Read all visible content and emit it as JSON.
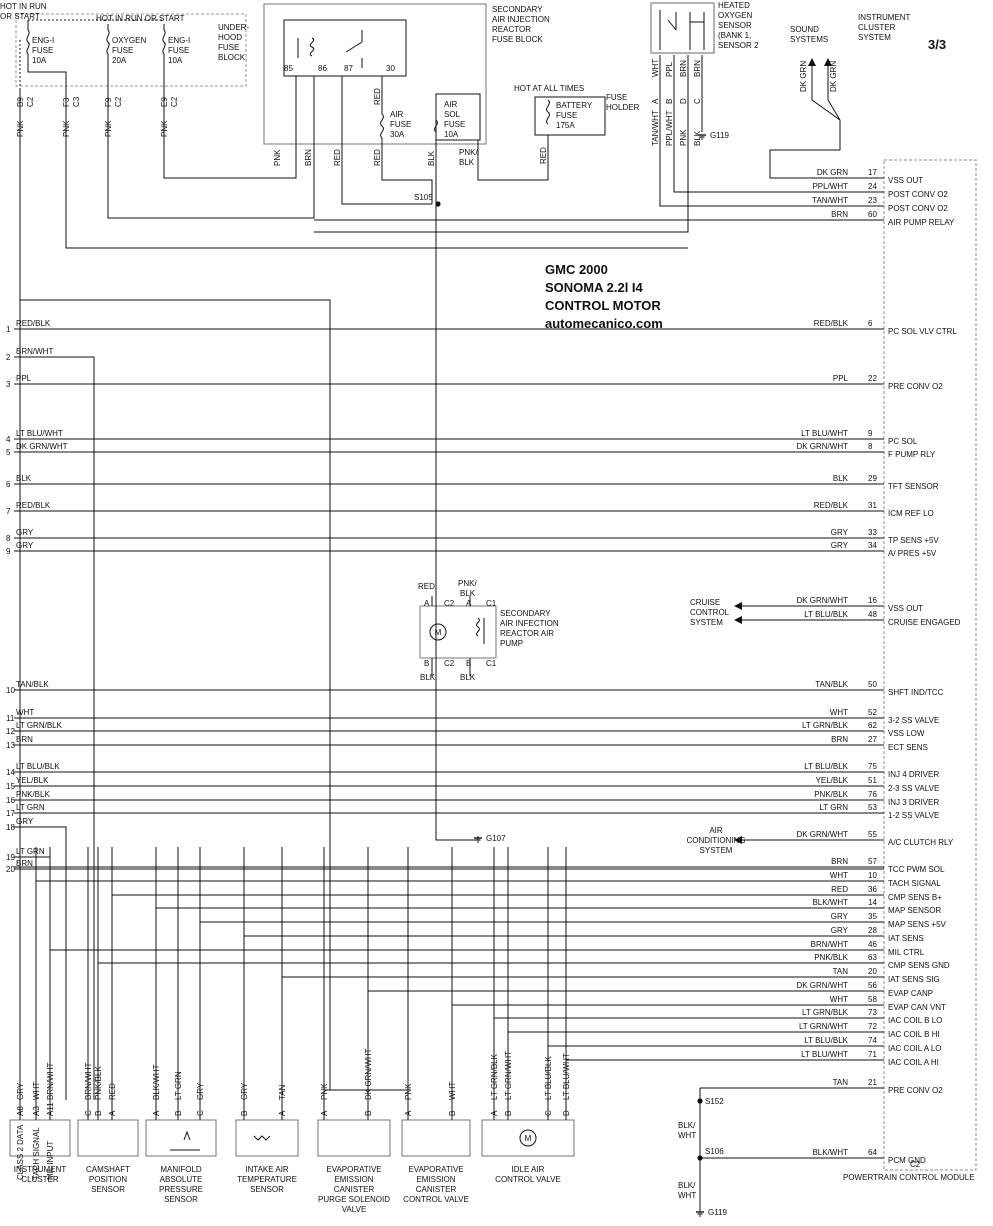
{
  "header": {
    "title_lines": [
      "GMC 2000",
      "SONOMA 2.2l I4",
      "CONTROL MOTOR",
      "automecanico.com"
    ],
    "page": "3/3"
  },
  "fuse_block": {
    "title_lines": [
      "UNDER-",
      "HOOD",
      "FUSE",
      "BLOCK"
    ],
    "hot_left_lines": [
      "HOT IN RUN",
      "OR START"
    ],
    "hot_mid": "HOT IN RUN OR START",
    "fuses": [
      {
        "lines": [
          "ENG-I",
          "FUSE",
          "10A"
        ]
      },
      {
        "lines": [
          "OXYGEN",
          "FUSE",
          "20A"
        ]
      },
      {
        "lines": [
          "ENG-I",
          "FUSE",
          "10A"
        ]
      }
    ],
    "terminals": [
      {
        "pin": "B9",
        "conn": "C2",
        "wire": "PNK"
      },
      {
        "pin": "F3",
        "conn": "C3",
        "wire": "PNK"
      },
      {
        "pin": "F9",
        "conn": "C2",
        "wire": "PNK"
      },
      {
        "pin": "E9",
        "conn": "C2",
        "wire": "PNK"
      }
    ]
  },
  "reactor_block": {
    "title_lines": [
      "SECONDARY",
      "AIR INJECTION",
      "REACTOR",
      "FUSE BLOCK"
    ],
    "relay_pins": [
      "85",
      "86",
      "87",
      "30"
    ],
    "air_fuse_lines": [
      "AIR",
      "FUSE",
      "30A"
    ],
    "air_sol_fuse_lines": [
      "AIR",
      "SOL",
      "FUSE",
      "10A"
    ],
    "wires": [
      "PNK",
      "BRN",
      "RED",
      "RED",
      "RED",
      "PNK/",
      "BLK",
      "RED"
    ]
  },
  "battery": {
    "hot": "HOT AT ALL TIMES",
    "lines": [
      "BATTERY",
      "FUSE",
      "175A"
    ],
    "holder_lines": [
      "FUSE",
      "HOLDER"
    ],
    "wire": "RED"
  },
  "o2_sensor": {
    "title_lines": [
      "HEATED",
      "OXYGEN",
      "SENSOR",
      "(BANK 1,",
      "SENSOR 2"
    ],
    "top_wires": [
      "WHT",
      "PPL",
      "BRN",
      "BRN"
    ],
    "pins": [
      "A",
      "B",
      "D",
      "C"
    ],
    "wires": [
      "TAN/WHT",
      "PPL/WHT",
      "PNK",
      "BLK"
    ],
    "ground": "G119"
  },
  "sound": {
    "lines": [
      "SOUND",
      "SYSTEMS"
    ],
    "wire": "DK GRN"
  },
  "cluster_top": {
    "lines": [
      "INSTRUMENT",
      "CLUSTER",
      "SYSTEM"
    ],
    "wire": "DK GRN"
  },
  "splice_s105": "S105",
  "pcm_top": [
    {
      "wire": "DK GRN",
      "pin": "17",
      "label": "VSS OUT"
    },
    {
      "wire": "PPL/WHT",
      "pin": "24",
      "label": "POST CONV O2"
    },
    {
      "wire": "TAN/WHT",
      "pin": "23",
      "label": "POST CONV O2"
    },
    {
      "wire": "BRN",
      "pin": "60",
      "label": "AIR PUMP RELAY"
    }
  ],
  "circuits": [
    {
      "num": "1",
      "left": "RED/BLK",
      "right": "RED/BLK",
      "pin": "6",
      "label": "PC SOL VLV CTRL"
    },
    {
      "num": "2",
      "left": "BRN/WHT",
      "right": "",
      "pin": "",
      "label": ""
    },
    {
      "num": "3",
      "left": "PPL",
      "right": "PPL",
      "pin": "22",
      "label": "PRE CONV O2"
    },
    {
      "num": "4",
      "left": "LT BLU/WHT",
      "right": "LT BLU/WHT",
      "pin": "9",
      "label": "PC SOL"
    },
    {
      "num": "5",
      "left": "DK GRN/WHT",
      "right": "DK GRN/WHT",
      "pin": "8",
      "label": "F PUMP RLY"
    },
    {
      "num": "6",
      "left": "BLK",
      "right": "BLK",
      "pin": "29",
      "label": "TFT SENSOR"
    },
    {
      "num": "7",
      "left": "RED/BLK",
      "right": "RED/BLK",
      "pin": "31",
      "label": "ICM REF LO"
    },
    {
      "num": "8",
      "left": "GRY",
      "right": "GRY",
      "pin": "33",
      "label": "TP SENS +5V"
    },
    {
      "num": "9",
      "left": "GRY",
      "right": "GRY",
      "pin": "34",
      "label": "A/ PRES +5V"
    },
    {
      "num": "10",
      "left": "TAN/BLK",
      "right": "TAN/BLK",
      "pin": "50",
      "label": "SHFT IND/TCC"
    },
    {
      "num": "11",
      "left": "WHT",
      "right": "WHT",
      "pin": "52",
      "label": "3-2 SS VALVE"
    },
    {
      "num": "12",
      "left": "LT GRN/BLK",
      "right": "LT GRN/BLK",
      "pin": "62",
      "label": "VSS LOW"
    },
    {
      "num": "13",
      "left": "BRN",
      "right": "BRN",
      "pin": "27",
      "label": "ECT SENS"
    },
    {
      "num": "14",
      "left": "LT BLU/BLK",
      "right": "LT BLU/BLK",
      "pin": "75",
      "label": "INJ 4 DRIVER"
    },
    {
      "num": "15",
      "left": "YEL/BLK",
      "right": "YEL/BLK",
      "pin": "51",
      "label": "2-3 SS VALVE"
    },
    {
      "num": "16",
      "left": "PNK/BLK",
      "right": "PNK/BLK",
      "pin": "76",
      "label": "INJ 3 DRIVER"
    },
    {
      "num": "17",
      "left": "LT GRN",
      "right": "LT GRN",
      "pin": "53",
      "label": "1-2 SS VALVE"
    },
    {
      "num": "18",
      "left": "GRY",
      "right": "",
      "pin": "",
      "label": ""
    },
    {
      "num": "19",
      "left": "LT GRN",
      "right": "",
      "pin": "",
      "label": ""
    },
    {
      "num": "20",
      "left": "BRN",
      "right": "",
      "pin": "",
      "label": ""
    }
  ],
  "cruise": {
    "lines": [
      "CRUISE",
      "CONTROL",
      "SYSTEM"
    ],
    "rows": [
      {
        "wire": "DK GRN/WHT",
        "pin": "16",
        "label": "VSS OUT"
      },
      {
        "wire": "LT BLU/BLK",
        "pin": "48",
        "label": "CRUISE ENGAGED"
      }
    ]
  },
  "air_pump": {
    "title_lines": [
      "SECONDARY",
      "AIR INFECTION",
      "REACTOR AIR",
      "PUMP"
    ],
    "top_wires": [
      "RED",
      "PNK/",
      "BLK"
    ],
    "top_pins": [
      "A",
      "C2",
      "A",
      "C1"
    ],
    "bottom_pins": [
      "B",
      "C2",
      "B",
      "C1"
    ],
    "bottom_wires": [
      "BLK",
      "BLK"
    ],
    "ground": "G107"
  },
  "ac": {
    "lines": [
      "AIR",
      "CONDITIONING",
      "SYSTEM"
    ],
    "row": {
      "wire": "DK GRN/WHT",
      "pin": "55",
      "label": "A/C CLUTCH RLY"
    }
  },
  "pcm_bottom": [
    {
      "wire": "BRN",
      "pin": "57",
      "label": "TCC PWM SOL"
    },
    {
      "wire": "WHT",
      "pin": "10",
      "label": "TACH SIGNAL"
    },
    {
      "wire": "RED",
      "pin": "36",
      "label": "CMP SENS B+"
    },
    {
      "wire": "BLK/WHT",
      "pin": "14",
      "label": "MAP SENSOR"
    },
    {
      "wire": "GRY",
      "pin": "35",
      "label": "MAP SENS +5V"
    },
    {
      "wire": "GRY",
      "pin": "28",
      "label": "IAT SENS"
    },
    {
      "wire": "BRN/WHT",
      "pin": "46",
      "label": "MIL CTRL"
    },
    {
      "wire": "PNK/BLK",
      "pin": "63",
      "label": "CMP SENS GND"
    },
    {
      "wire": "TAN",
      "pin": "20",
      "label": "IAT SENS SIG"
    },
    {
      "wire": "DK GRN/WHT",
      "pin": "56",
      "label": "EVAP CANP"
    },
    {
      "wire": "WHT",
      "pin": "58",
      "label": "EVAP CAN VNT"
    },
    {
      "wire": "LT GRN/BLK",
      "pin": "73",
      "label": "IAC COIL B LO"
    },
    {
      "wire": "LT GRN/WHT",
      "pin": "72",
      "label": "IAC COIL B HI"
    },
    {
      "wire": "LT BLU/BLK",
      "pin": "74",
      "label": "IAC COIL A LO"
    },
    {
      "wire": "LT BLU/WHT",
      "pin": "71",
      "label": "IAC COIL A HI"
    },
    {
      "wire": "TAN",
      "pin": "21",
      "label": "PRE CONV O2"
    },
    {
      "wire": "BLK/WHT",
      "pin": "64",
      "label": "PCM GND"
    }
  ],
  "pcm": {
    "label": "POWERTRAIN CONTROL MODULE",
    "conn": "C2"
  },
  "grounds": {
    "s152": "S152",
    "s106": "S106",
    "g119": "G119",
    "wire_lines": [
      "BLK/",
      "WHT"
    ]
  },
  "components": [
    {
      "name_lines": [
        "INSTRUMENT",
        "CLUSTER"
      ],
      "pins": [
        "A8",
        "A3",
        "A11"
      ],
      "wires": [
        "GRY",
        "WHT",
        "BRN/WHT"
      ],
      "inner": [
        "CLASS 2 DATA",
        "TACH SIGNAL",
        "MIL INPUT"
      ]
    },
    {
      "name_lines": [
        "CAMSHAFT",
        "POSITION",
        "SENSOR"
      ],
      "pins": [
        "C",
        "B",
        "A"
      ],
      "wires": [
        "BRN/WHT",
        "PNK/BLK",
        "RED"
      ]
    },
    {
      "name_lines": [
        "MANIFOLD",
        "ABSOLUTE",
        "PRESSURE",
        "SENSOR"
      ],
      "pins": [
        "A",
        "B",
        "C"
      ],
      "wires": [
        "BLK/WHT",
        "LT GRN",
        "GRY"
      ]
    },
    {
      "name_lines": [
        "INTAKE AIR",
        "TEMPERATURE",
        "SENSOR"
      ],
      "pins": [
        "B",
        "A"
      ],
      "wires": [
        "GRY",
        "TAN"
      ]
    },
    {
      "name_lines": [
        "EVAPORATIVE",
        "EMISSION",
        "CANISTER",
        "PURGE SOLENOID",
        "VALVE"
      ],
      "pins": [
        "A",
        "B"
      ],
      "wires": [
        "PNK",
        "DK GRN/WHT"
      ]
    },
    {
      "name_lines": [
        "EVAPORATIVE",
        "EMISSION",
        "CANISTER",
        "CONTROL VALVE"
      ],
      "pins": [
        "A",
        "B"
      ],
      "wires": [
        "PNK",
        "WHT"
      ]
    },
    {
      "name_lines": [
        "IDLE AIR",
        "CONTROL VALVE"
      ],
      "pins": [
        "A",
        "B",
        "C",
        "D"
      ],
      "wires": [
        "LT GRN/BLK",
        "LT GRN/WHT",
        "LT BLU/BLK",
        "LT BLU/WHT"
      ]
    }
  ]
}
